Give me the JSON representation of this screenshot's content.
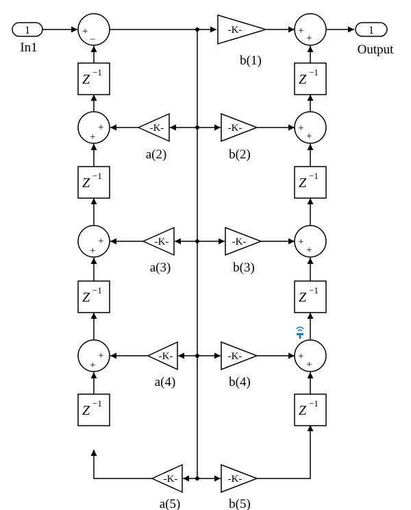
{
  "ports": {
    "input": {
      "number": "1",
      "name": "In1"
    },
    "output": {
      "number": "1",
      "name": "Output"
    }
  },
  "gains": [
    {
      "text": "-K-",
      "label": "b(1)"
    },
    {
      "text": "-K-",
      "label": "a(2)"
    },
    {
      "text": "-K-",
      "label": "b(2)"
    },
    {
      "text": "-K-",
      "label": "a(3)"
    },
    {
      "text": "-K-",
      "label": "b(3)"
    },
    {
      "text": "-K-",
      "label": "a(4)"
    },
    {
      "text": "-K-",
      "label": "b(4)"
    },
    {
      "text": "-K-",
      "label": "a(5)"
    },
    {
      "text": "-K-",
      "label": "b(5)"
    }
  ],
  "delay": {
    "base": "Z",
    "exponent": "−1"
  },
  "sum_signs": {
    "plus": "+",
    "minus": "−"
  },
  "colors": {
    "line": "#000000",
    "signal_probe": "#1a7fc4"
  },
  "icons": {
    "signal_probe": "signal-probe-icon"
  }
}
